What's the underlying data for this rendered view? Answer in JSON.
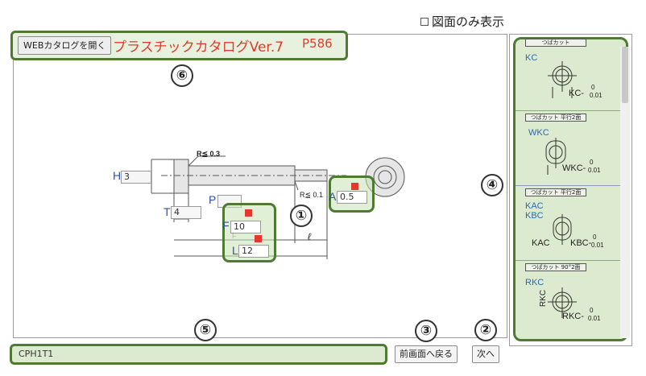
{
  "top": {
    "drawing_only_label": "図面のみ表示"
  },
  "header": {
    "web_catalog_button": "WEBカタログを開く",
    "catalog_title": "プラスチックカタログVer.7",
    "page": "P586"
  },
  "drawing": {
    "r_top": "R≦ 0.3",
    "r_small": "R≦ 0.1",
    "h_label": "H",
    "h_value": "3",
    "t_label": "T",
    "t_value": "4",
    "p_label": "P",
    "f_label": "F",
    "f_value": "10",
    "l_label": "L",
    "l_value": "12",
    "a_label": "A",
    "a_value": "0.5",
    "ell_label": "ℓ",
    "small_h": "H",
    "small_f": "F",
    "small_x": "×"
  },
  "markers": [
    "①",
    "②",
    "③",
    "④",
    "⑤",
    "⑥"
  ],
  "variants": [
    {
      "tag": "つばカット",
      "code": "KC",
      "dim": "KC-",
      "tol_top": "0",
      "tol_bot": "0.01"
    },
    {
      "tag": "つばカット 平行2面",
      "code": "WKC",
      "dim": "WKC-",
      "tol_top": "0",
      "tol_bot": "0.01"
    },
    {
      "tag": "つばカット 平行2面",
      "code": "KAC",
      "code2": "KBC",
      "dim": "KAC",
      "dim2": "KBC-",
      "tol_top": "0",
      "tol_bot": "0.01"
    },
    {
      "tag": "つばカット 90°2面",
      "code": "RKC",
      "dim": "RKC-",
      "side": "RKC",
      "tol_top": "0",
      "tol_bot": "0.01"
    }
  ],
  "bottom": {
    "part_number": "CPH1T1",
    "back_button": "前画面へ戻る",
    "next_button": "次へ"
  },
  "colors": {
    "accent_green": "#4e7a32",
    "title_red": "#e03a2f",
    "label_blue": "#3050b0"
  }
}
